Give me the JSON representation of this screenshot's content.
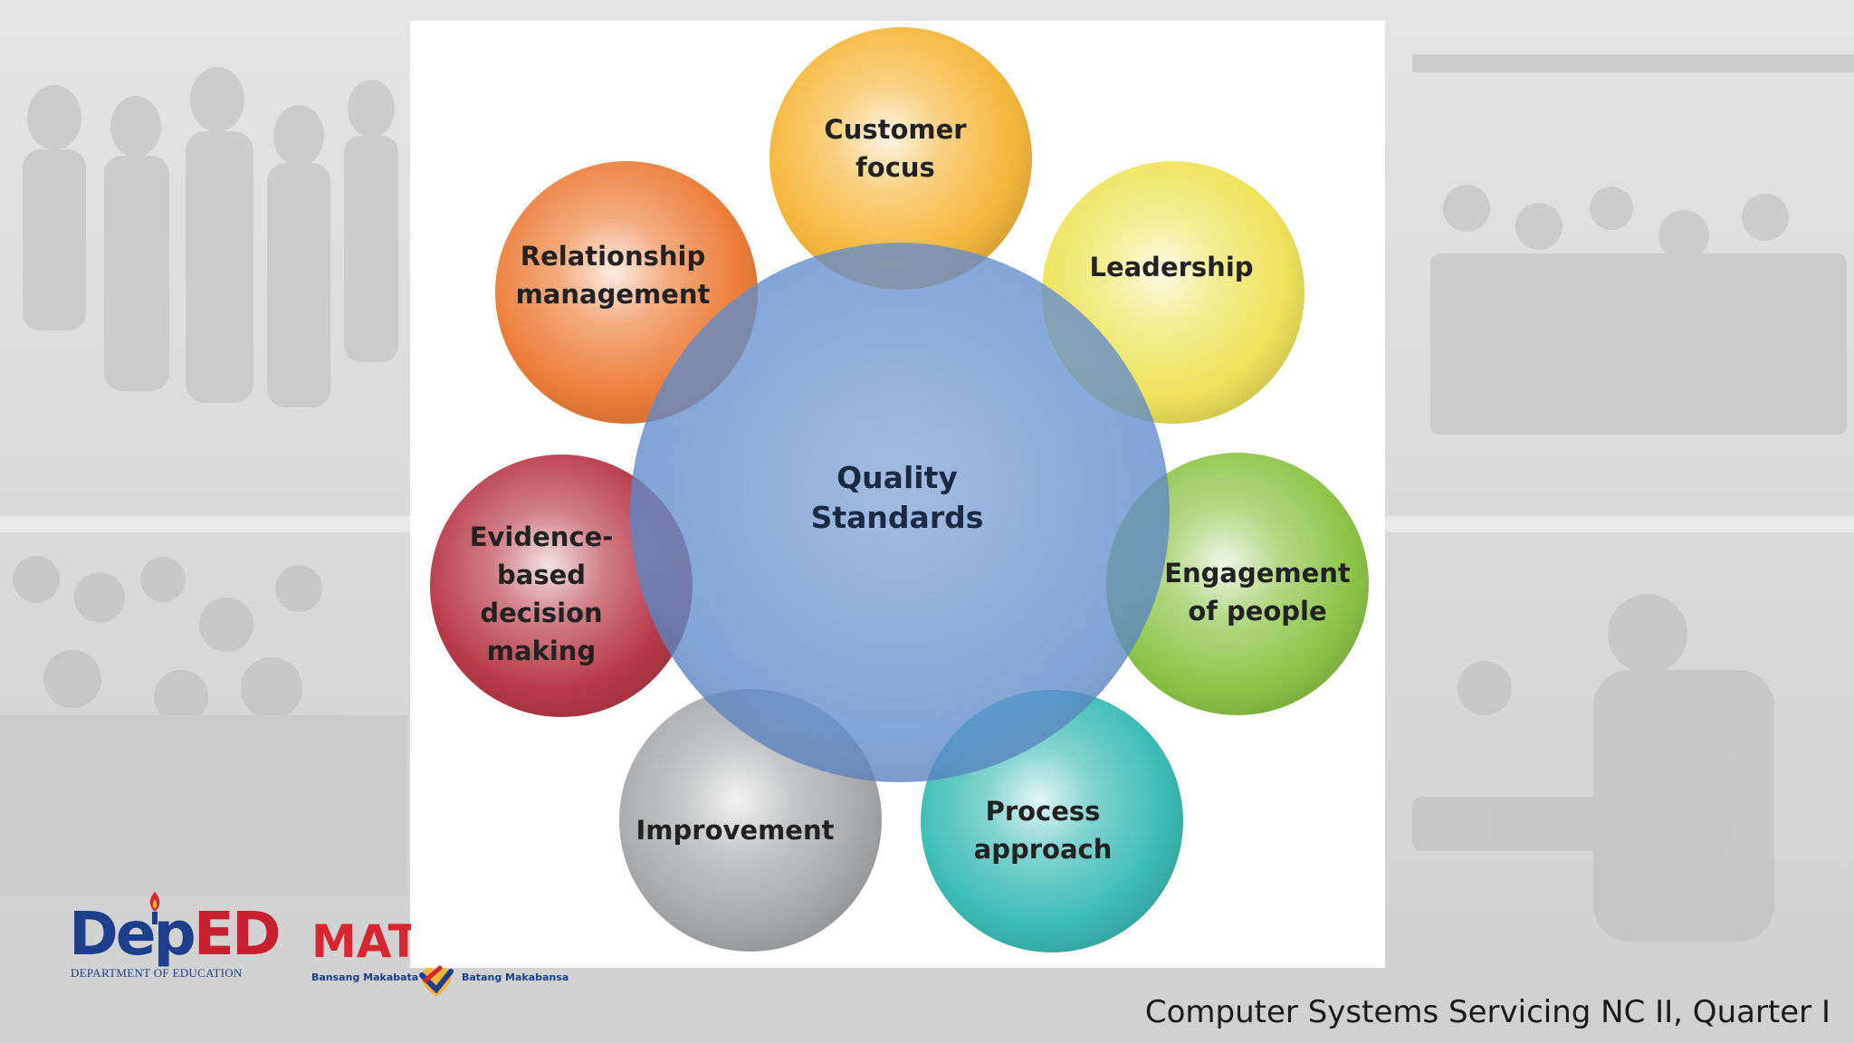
{
  "diagram": {
    "center": {
      "lines": [
        "Quality",
        "Standards"
      ],
      "color": "#5f8ccc"
    },
    "bubbles": [
      {
        "id": "customer-focus",
        "lines": [
          "Customer",
          "focus"
        ],
        "color": "#f5b73c"
      },
      {
        "id": "leadership",
        "lines": [
          "Leadership"
        ],
        "color": "#eee35a"
      },
      {
        "id": "engagement-of-people",
        "lines": [
          "Engagement",
          "of people"
        ],
        "color": "#8dc548"
      },
      {
        "id": "process-approach",
        "lines": [
          "Process",
          "approach"
        ],
        "color": "#3cbcb5"
      },
      {
        "id": "improvement",
        "lines": [
          "Improvement"
        ],
        "color": "#a7a9ab"
      },
      {
        "id": "evidence-based-decision-making",
        "lines": [
          "Evidence-",
          "based",
          "decision",
          "making"
        ],
        "color": "#b83a48"
      },
      {
        "id": "relationship-management",
        "lines": [
          "Relationship",
          "management"
        ],
        "color": "#ec7e3a"
      }
    ]
  },
  "footer": {
    "course": "Computer Systems Servicing NC II, Quarter I"
  },
  "logos": {
    "deped": {
      "main_part1": "Dep",
      "main_part2": "ED",
      "sub": "DEPARTMENT OF EDUCATION"
    },
    "matatag": {
      "word": "MAT",
      "tag1": "Bansang Makabata",
      "tag2": "Batang Makabansa"
    }
  }
}
